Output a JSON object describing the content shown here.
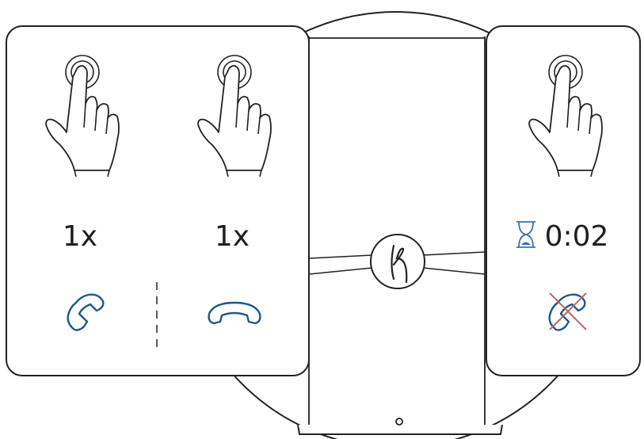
{
  "panels": {
    "left": {
      "answer_gesture": {
        "tap_count": "1x",
        "icon": "phone-answer-icon"
      },
      "hangup_gesture": {
        "tap_count": "1x",
        "icon": "phone-hangup-icon"
      }
    },
    "right": {
      "hold_gesture": {
        "duration": "0:02",
        "timer_icon": "hourglass-icon",
        "icon": "phone-reject-icon"
      }
    }
  },
  "device": {
    "logo": "k"
  },
  "colors": {
    "outline": "#222222",
    "phone_blue": "#1e5a86",
    "reject_red": "#b06a6a",
    "hourglass_blue": "#3a74a8"
  }
}
